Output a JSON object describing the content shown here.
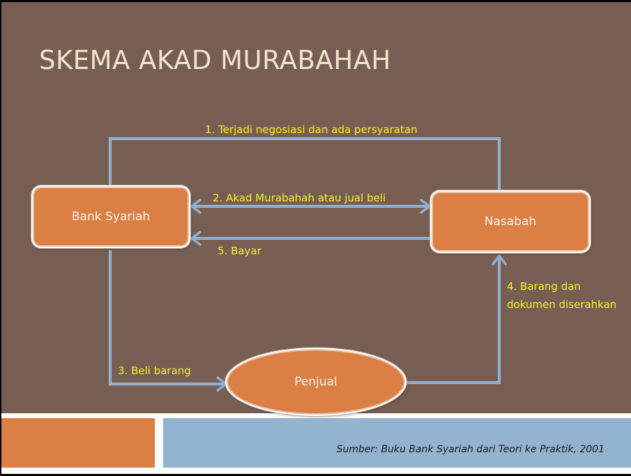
{
  "slide": {
    "title": "SKEMA AKAD MURABAHAH",
    "colors": {
      "background": "#765e53",
      "node_fill": "#dc7f45",
      "arrow": "#8fb1d3",
      "label": "#f5f22a",
      "title": "#f1e4cc",
      "footer_orange": "#dc7f45",
      "footer_blue": "#93b4d0"
    }
  },
  "diagram": {
    "nodes": [
      {
        "id": "bank",
        "label": "Bank Syariah",
        "shape": "rounded-rect"
      },
      {
        "id": "nasabah",
        "label": "Nasabah",
        "shape": "rounded-rect"
      },
      {
        "id": "penjual",
        "label": "Penjual",
        "shape": "ellipse"
      }
    ],
    "edges": [
      {
        "step": 1,
        "label": "1. Terjadi negosiasi dan ada persyaratan",
        "from": "bank",
        "to": "nasabah",
        "arrowheads": "none"
      },
      {
        "step": 2,
        "label": "2. Akad Murabahah atau jual beli",
        "from": "bank",
        "to": "nasabah",
        "arrowheads": "both"
      },
      {
        "step": 3,
        "label": "3. Beli barang",
        "from": "bank",
        "to": "penjual",
        "arrowheads": "end"
      },
      {
        "step": 4,
        "label_line1": "4. Barang dan",
        "label_line2": "dokumen diserahkan",
        "from": "penjual",
        "to": "nasabah",
        "arrowheads": "end"
      },
      {
        "step": 5,
        "label": "5. Bayar",
        "from": "nasabah",
        "to": "bank",
        "arrowheads": "end"
      }
    ]
  },
  "footer": {
    "source": "Sumber: Buku Bank Syariah dari Teori ke Praktik, 2001"
  }
}
